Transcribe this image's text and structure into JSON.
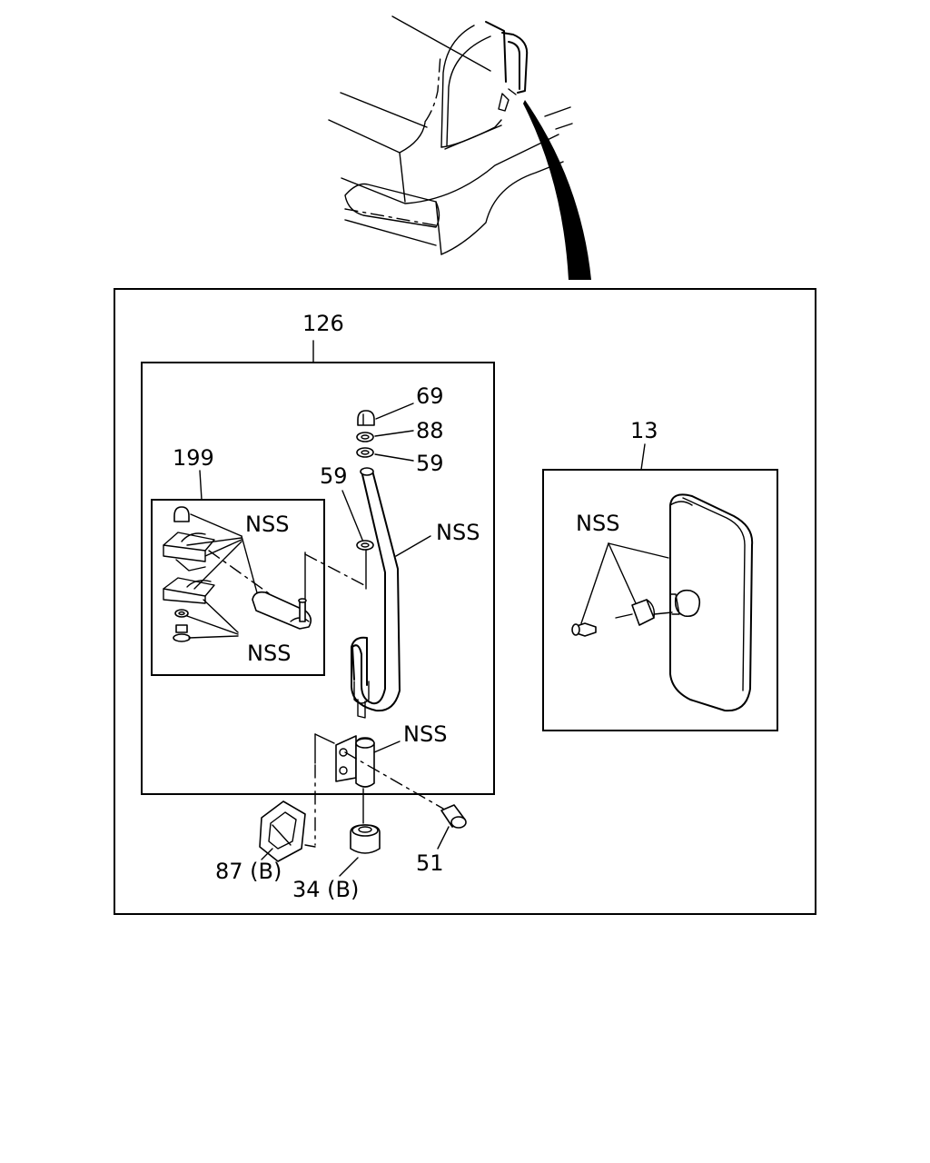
{
  "labels": {
    "assembly_126": "126",
    "mirror_13": "13",
    "bracket_199": "199",
    "cap_nut_69": "69",
    "washer_88": "88",
    "washer_59_top": "59",
    "washer_59_side": "59",
    "nss_199_top": "NSS",
    "nss_199_bottom": "NSS",
    "nss_stay": "NSS",
    "nss_bracket": "NSS",
    "nss_mirror": "NSS",
    "cover_87b": "87 (B)",
    "bushing_34b": "34 (B)",
    "bolt_51": "51"
  }
}
